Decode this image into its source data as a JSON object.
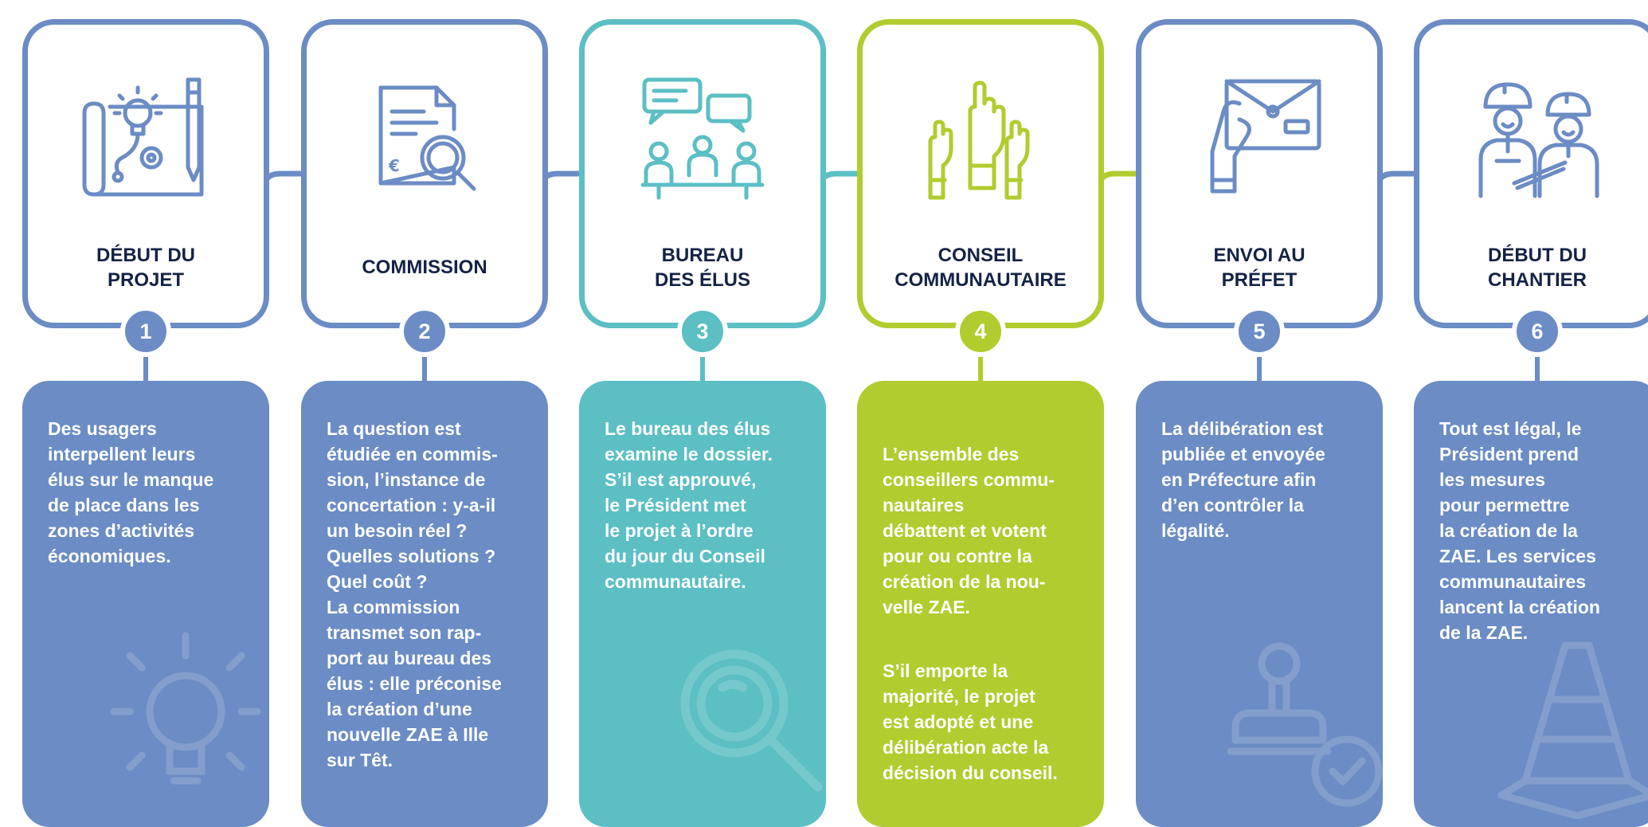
{
  "colors": {
    "blue": "#6b8cc4",
    "teal": "#5bbfc4",
    "green": "#b0cc2e",
    "title": "#142346",
    "panel_text": "#ffffff"
  },
  "steps": [
    {
      "number": "1",
      "title_lines": [
        "Début du",
        "projet"
      ],
      "color": "#6b8cc4",
      "icon": "blueprint-lightbulb-icon",
      "watermark": "lightbulb-icon",
      "paragraphs": [
        "Des usagers\ninterpellent leurs\nélus sur le manque\nde place dans les\nzones d’activités\néconomiques."
      ]
    },
    {
      "number": "2",
      "title_lines": [
        "Commission"
      ],
      "color": "#6b8cc4",
      "icon": "document-magnifier-icon",
      "watermark": "",
      "paragraphs": [
        "La question est\nétudiée en commis-\nsion, l’instance de\nconcertation : y-a-il\nun besoin réel ?\nQuelles solutions ?\nQuel coût ?\nLa commission\ntransmet son rap-\nport au bureau des\nélus : elle préconise\nla création d’une\nnouvelle ZAE à Ille\nsur Têt."
      ]
    },
    {
      "number": "3",
      "title_lines": [
        "Bureau",
        "des élus"
      ],
      "color": "#5bbfc4",
      "icon": "meeting-people-icon",
      "watermark": "magnifier-icon",
      "paragraphs": [
        "Le bureau des élus\nexamine le dossier.\nS’il est approuvé,\nle Président met\nle projet à l’ordre\ndu jour du Conseil\ncommunautaire."
      ]
    },
    {
      "number": "4",
      "title_lines": [
        "Conseil",
        "communautaire"
      ],
      "color": "#b0cc2e",
      "icon": "raised-hands-icon",
      "watermark": "",
      "paragraphs": [
        "L’ensemble des\nconseillers commu-\nnautaires\ndébattent et votent\npour ou contre la\ncréation de la nou-\nvelle ZAE.",
        "S’il emporte la\nmajorité, le projet\nest adopté et une\ndélibération acte la\ndécision du conseil."
      ]
    },
    {
      "number": "5",
      "title_lines": [
        "Envoi au",
        "préfet"
      ],
      "color": "#6b8cc4",
      "icon": "hand-envelope-icon",
      "watermark": "stamp-check-icon",
      "paragraphs": [
        "La délibération est\npubliée et envoyée\nen Préfecture afin\nd’en contrôler la\nlégalité."
      ]
    },
    {
      "number": "6",
      "title_lines": [
        "Début du",
        "chantier"
      ],
      "color": "#6b8cc4",
      "icon": "construction-workers-icon",
      "watermark": "traffic-cone-icon",
      "paragraphs": [
        "Tout est légal, le\nPrésident prend\nles mesures\npour permettre\nla création de la\nZAE. Les services\ncommunautaires\nlancent la création\nde la ZAE."
      ]
    }
  ]
}
